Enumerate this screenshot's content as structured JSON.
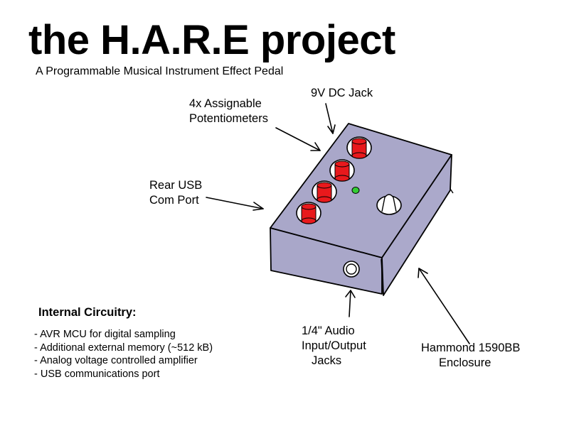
{
  "title": "the H.A.R.E project",
  "subtitle": "A Programmable Musical Instrument Effect Pedal",
  "labels": {
    "potentiometers_line1": "4x Assignable",
    "potentiometers_line2": "Potentiometers",
    "dc_jack": "9V DC Jack",
    "usb_line1": "Rear USB",
    "usb_line2": "Com Port",
    "audio_line1": "1/4\" Audio",
    "audio_line2": "Input/Output",
    "audio_line3": "Jacks",
    "enclosure_line1": "Hammond 1590BB",
    "enclosure_line2": "Enclosure"
  },
  "internal_circuitry": {
    "heading": "Internal Circuitry:",
    "items": [
      "AVR MCU for digital sampling",
      "Additional external memory (~512 kB)",
      "Analog voltage controlled amplifier",
      "USB communications port"
    ]
  },
  "colors": {
    "enclosure_top": "#a9a7c9",
    "enclosure_front": "#a9a7c9",
    "enclosure_side": "#aba9cb",
    "knob_red": "#e8191c",
    "led_green": "#33cc33"
  }
}
